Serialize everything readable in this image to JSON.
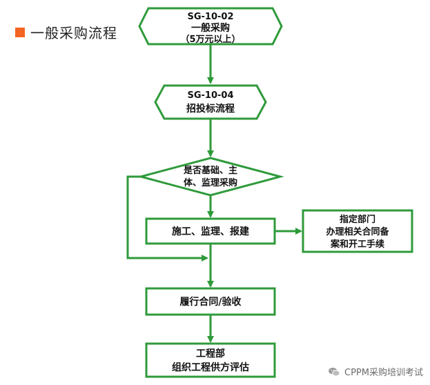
{
  "title": "一般采购流程",
  "colors": {
    "accent": "#f26522",
    "stroke": "#2e9a3a",
    "fill": "#ffffff",
    "text": "#111111"
  },
  "nodes": {
    "start": {
      "line1": "SG-10-02",
      "line2": "一般采购",
      "line3": "（5万元以上）"
    },
    "bidding": {
      "line1": "SG-10-04",
      "line2": "招投标流程"
    },
    "decision": {
      "line1": "是否基础、主",
      "line2": "体、监理采购"
    },
    "construction": {
      "text": "施工、监理、报建"
    },
    "side": {
      "line1": "指定部门",
      "line2": "办理相关合同备",
      "line3": "案和开工手续"
    },
    "contract": {
      "text": "履行合同/验收"
    },
    "evaluate": {
      "line1": "工程部",
      "line2": "组织工程供方评估"
    }
  },
  "watermark": {
    "text": "CPPM采购培训考试",
    "icon": "wechat-icon"
  }
}
